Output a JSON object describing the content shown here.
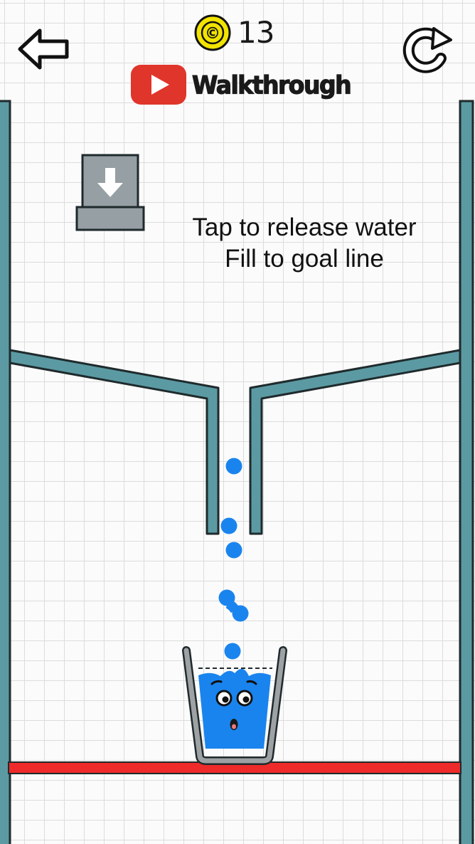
{
  "hud": {
    "coins": "13",
    "coin_symbol": "©",
    "walkthrough_label": "Walkthrough"
  },
  "instructions": {
    "line1": "Tap to release water",
    "line2": "Fill to goal line"
  },
  "icons": {
    "back": "arrow-left-icon",
    "restart": "restart-icon",
    "coin": "coin-icon",
    "youtube": "youtube-play-icon",
    "dispenser": "water-dispenser-icon"
  },
  "colors": {
    "wall": "#5b9aa3",
    "wall_outline": "#1f2a2c",
    "water": "#1a84ee",
    "goal_line": "#ee2a2a",
    "coin": "#f2e300",
    "youtube": "#e0352b",
    "glass": "#9ea2a4",
    "dispenser": "#969fa3"
  }
}
